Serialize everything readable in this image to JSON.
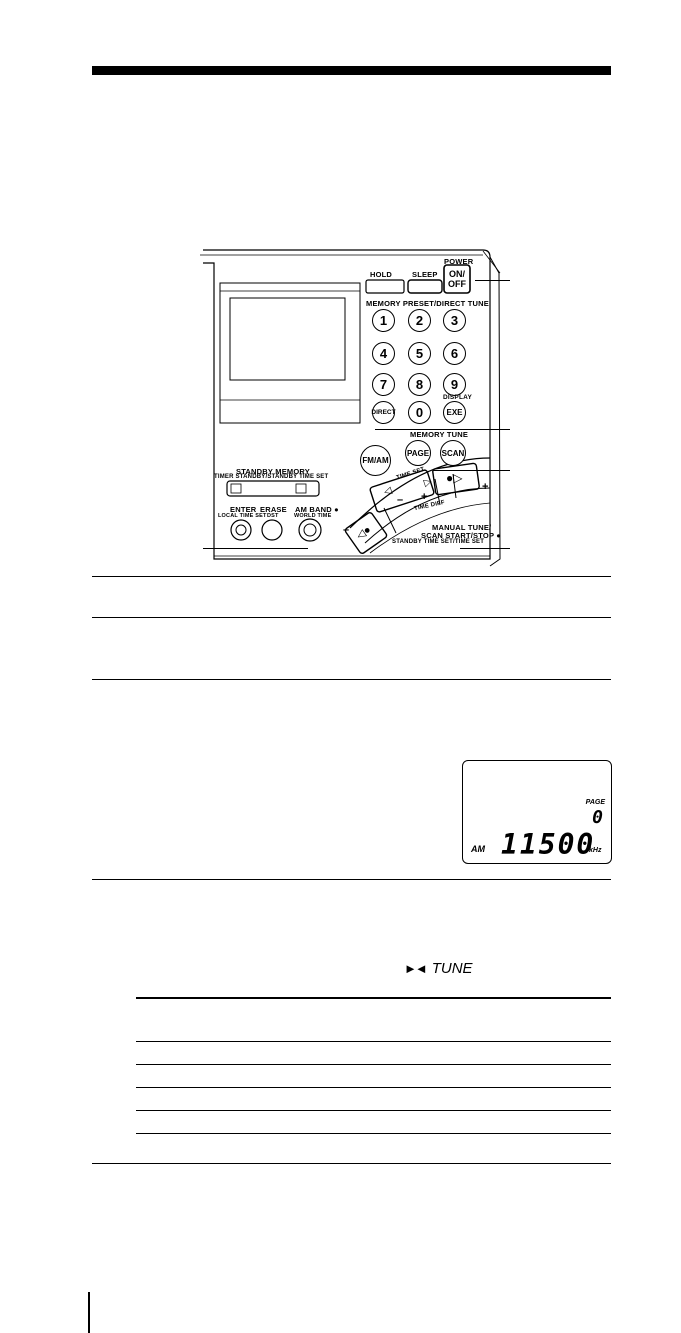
{
  "device": {
    "power_label": "POWER",
    "on_off_label": "ON/\nOFF",
    "hold_label": "HOLD",
    "sleep_label": "SLEEP",
    "memory_preset_label": "MEMORY PRESET/DIRECT TUNE",
    "keys": [
      "1",
      "2",
      "3",
      "4",
      "5",
      "6",
      "7",
      "8",
      "9"
    ],
    "direct_label": "DIRECT",
    "zero_label": "0",
    "display_label": "DISPLAY",
    "exe_label": "EXE",
    "memory_tune_label": "MEMORY  TUNE",
    "page_label": "PAGE",
    "scan_label": "SCAN",
    "fmam_label": "FM/AM",
    "standby_memory_label": "STANDBY  MEMORY",
    "timer_label": "TIMER  STANDBY/STANDBY TIME  SET",
    "enter_label": "ENTER",
    "local_time_set_label": "LOCAL TIME SET",
    "erase_label": "ERASE",
    "dst_label": "DST",
    "am_band_label": "AM BAND ●",
    "world_time_label": "WORLD   TIME",
    "time_set_label": "TIME SET",
    "time_diff_label": "TIME DIFF",
    "manual_tune_label": "MANUAL TUNE/",
    "scan_start_label": "SCAN START/STOP ●",
    "standby_time_set_label": "STANDBY TIME SET/TIME SET",
    "plus_label": "+",
    "minus_label": "–"
  },
  "lcd": {
    "page_label": "PAGE",
    "page_value": "0",
    "band": "AM",
    "frequency": "11500",
    "unit": "kHz"
  },
  "tune_indicator": {
    "symbol": "►◄",
    "label": "TUNE"
  }
}
